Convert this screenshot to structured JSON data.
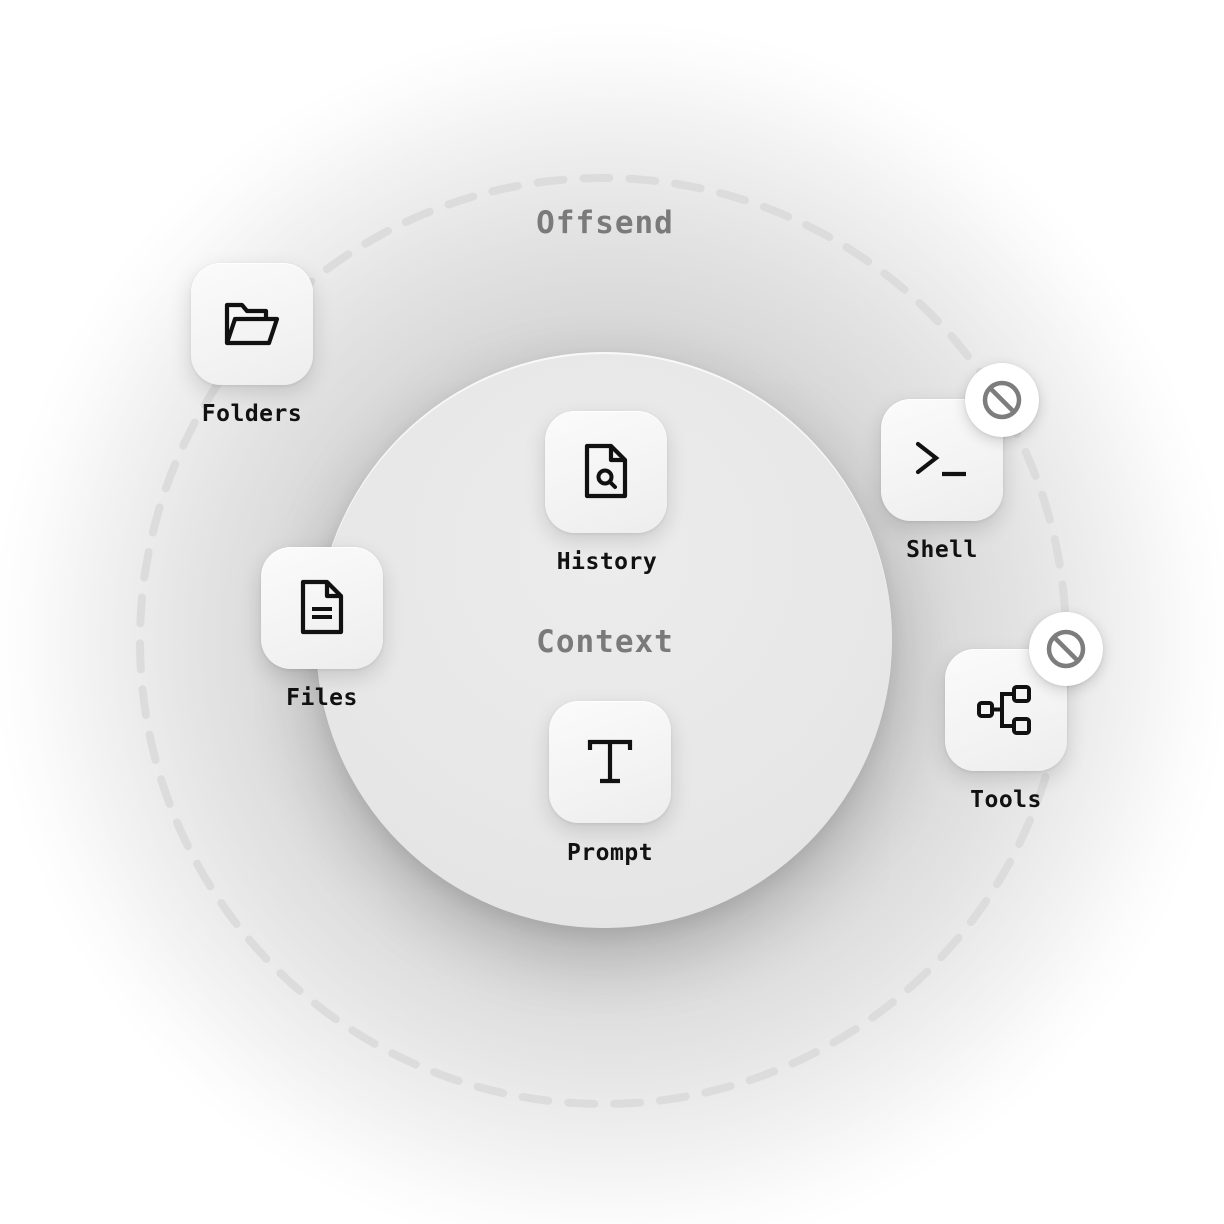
{
  "diagram": {
    "outer_region": {
      "label": "Offsend"
    },
    "inner_region": {
      "label": "Context"
    },
    "nodes": [
      {
        "id": "folders",
        "label": "Folders",
        "icon": "folder-open-icon",
        "region": "outer",
        "blocked": false
      },
      {
        "id": "history",
        "label": "History",
        "icon": "file-search-icon",
        "region": "inner",
        "blocked": false
      },
      {
        "id": "files",
        "label": "Files",
        "icon": "file-text-icon",
        "region": "inner-edge",
        "blocked": false
      },
      {
        "id": "prompt",
        "label": "Prompt",
        "icon": "text-cursor-icon",
        "region": "inner",
        "blocked": false
      },
      {
        "id": "shell",
        "label": "Shell",
        "icon": "terminal-icon",
        "region": "outer",
        "blocked": true
      },
      {
        "id": "tools",
        "label": "Tools",
        "icon": "hierarchy-icon",
        "region": "outer",
        "blocked": true
      }
    ],
    "blocked_badge_icon": "block-icon",
    "colors": {
      "ring_dash": "#dcdcdc",
      "region_label": "#7a7a7a",
      "icon_stroke": "#111111",
      "badge_icon": "#7d7d7d"
    }
  }
}
